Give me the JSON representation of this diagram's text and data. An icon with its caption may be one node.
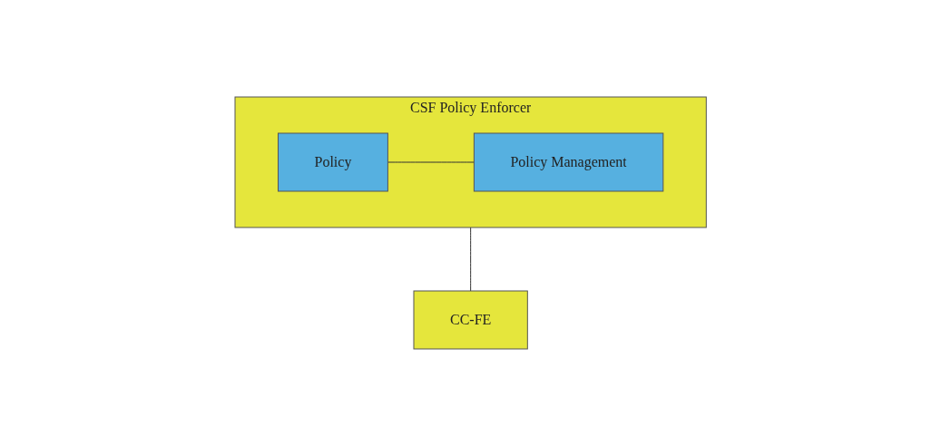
{
  "diagram": {
    "nodes": [
      {
        "text": [
          "CSF Policy Enforcer"
        ]
      },
      {
        "text": [
          "Policy"
        ],
        "in": 0
      },
      {
        "text": [
          "Policy Management"
        ],
        "in": 0
      },
      {
        "text": [
          "CC-FE"
        ]
      }
    ],
    "edges": [
      {
        "from": 1,
        "to": 2,
        "arrow": "none"
      },
      {
        "from": 0,
        "to": 3,
        "arrow": "none"
      }
    ]
  }
}
